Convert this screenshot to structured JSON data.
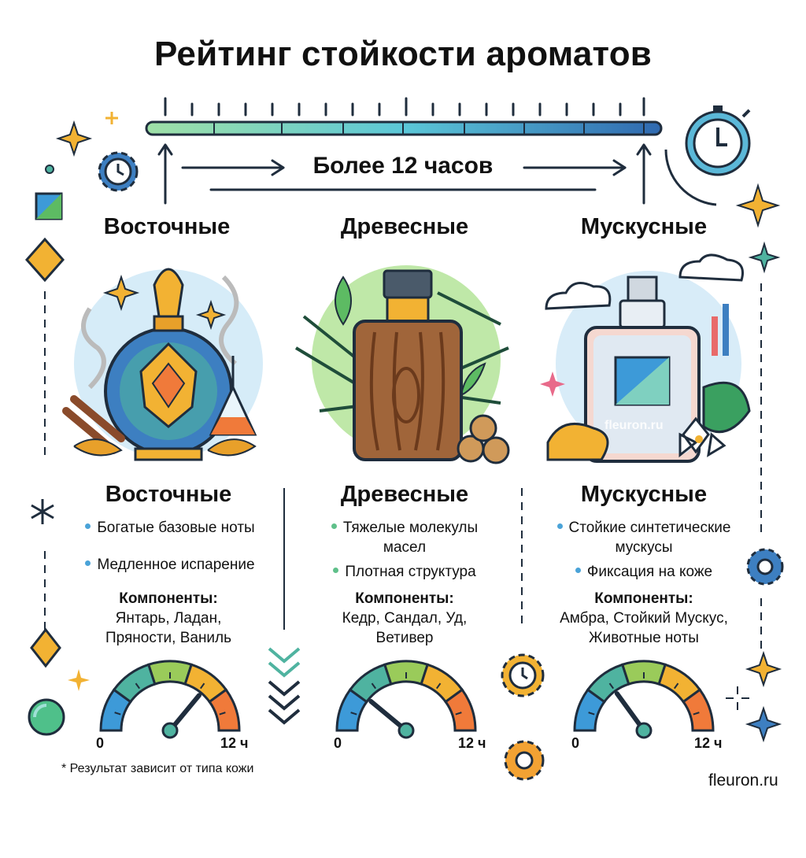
{
  "title": "Рейтинг стойкости ароматов",
  "timeline": {
    "label": "Более 12 часов"
  },
  "categories": [
    {
      "name": "Восточные",
      "bullets": [
        "Богатые базовые ноты",
        "Медленное испарение"
      ],
      "components_label": "Компоненты:",
      "components": "Янтарь, Ладан, Пряности, Ваниль",
      "gauge": {
        "min": "0",
        "max": "12 ч",
        "level": 0.72
      },
      "dot_color": "#4aa3d8"
    },
    {
      "name": "Древесные",
      "bullets": [
        "Тяжелые молекулы масел",
        "Плотная структура"
      ],
      "components_label": "Компоненты:",
      "components": "Кедр, Сандал, Уд, Ветивер",
      "gauge": {
        "min": "0",
        "max": "12 ч",
        "level": 0.22
      },
      "dot_color": "#5fc08a"
    },
    {
      "name": "Мускусные",
      "bullets": [
        "Стойкие синтетические мускусы",
        "Фиксация на коже"
      ],
      "components_label": "Компоненты:",
      "components": "Амбра, Стойкий Мускус, Животные ноты",
      "gauge": {
        "min": "0",
        "max": "12 ч",
        "level": 0.3
      },
      "dot_color": "#4aa3d8"
    }
  ],
  "footnote": "* Результат зависит от типа кожи",
  "site": "fleuron.ru",
  "watermark": "fleuron.ru",
  "colors": {
    "dark": "#1f2d3d",
    "blue": "#3d7fc1",
    "green": "#5dbb63",
    "yellow": "#f2b233",
    "orange": "#f07a3a",
    "teal": "#4fb3a0"
  }
}
